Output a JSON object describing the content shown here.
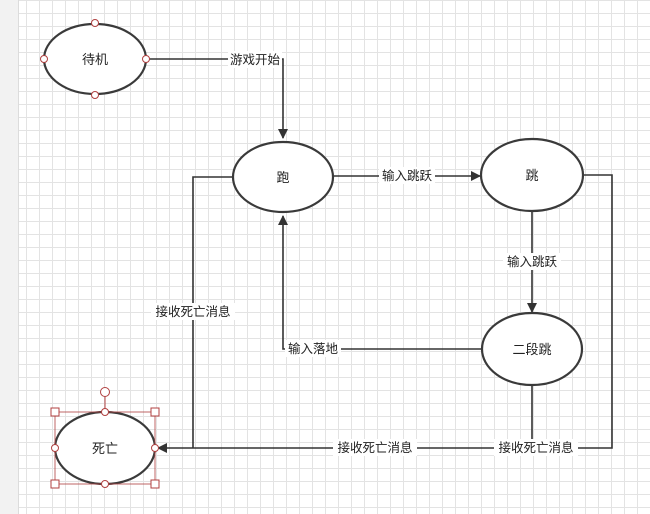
{
  "nodes": {
    "standby": {
      "label": "待机"
    },
    "run": {
      "label": "跑"
    },
    "jump": {
      "label": "跳"
    },
    "double_jump": {
      "label": "二段跳"
    },
    "death": {
      "label": "死亡"
    }
  },
  "edges": {
    "game_start": {
      "label": "游戏开始"
    },
    "input_jump_1": {
      "label": "输入跳跃"
    },
    "input_jump_2": {
      "label": "输入跳跃"
    },
    "input_land": {
      "label": "输入落地"
    },
    "death_msg_run": {
      "label": "接收死亡消息"
    },
    "death_msg_bottom": {
      "label": "接收死亡消息"
    },
    "death_msg_double": {
      "label": "接收死亡消息"
    }
  },
  "colors": {
    "node_stroke": "#3a3a3a",
    "edge": "#333333",
    "selection": "#b04040",
    "grid": "#e3e3e3"
  }
}
